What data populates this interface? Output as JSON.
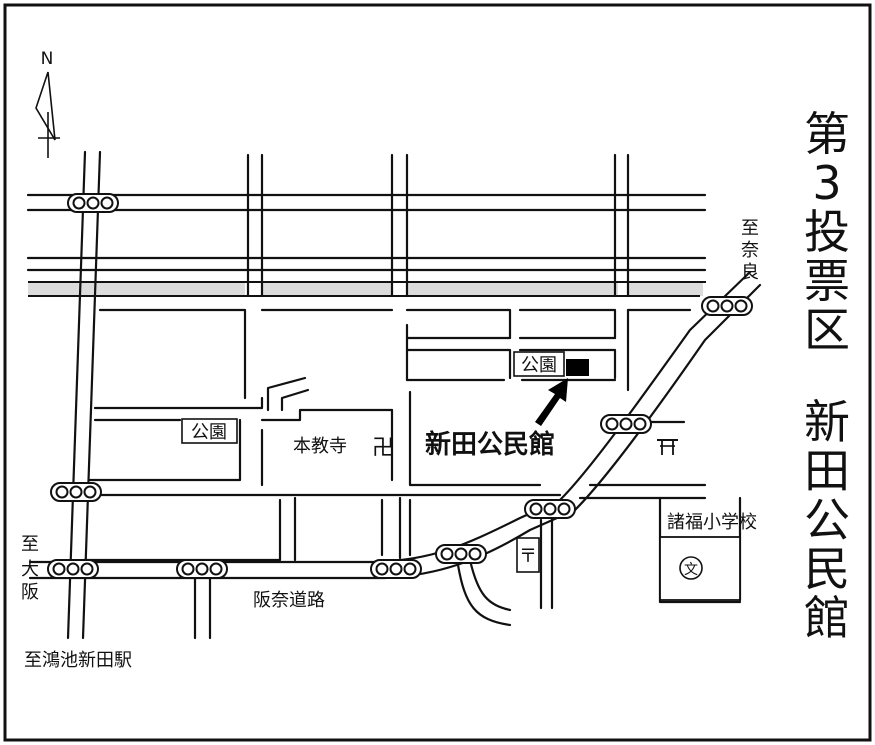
{
  "title": {
    "line1": [
      "第",
      "3",
      "投",
      "票",
      "区"
    ],
    "line2": [
      "新",
      "田",
      "公",
      "民",
      "館"
    ]
  },
  "compass": {
    "north": "N"
  },
  "destinations": {
    "nara": [
      "至",
      "奈",
      "良"
    ],
    "osaka": [
      "至",
      "大",
      "阪"
    ],
    "station": "至鴻池新田駅"
  },
  "places": {
    "target": "新田公民館",
    "park": "公園",
    "temple": "本教寺",
    "school": "諸福小学校",
    "road": "阪奈道路"
  },
  "symbols": {
    "temple": "卍",
    "shrine": "⛩",
    "post_office": "〒",
    "school": "文"
  }
}
